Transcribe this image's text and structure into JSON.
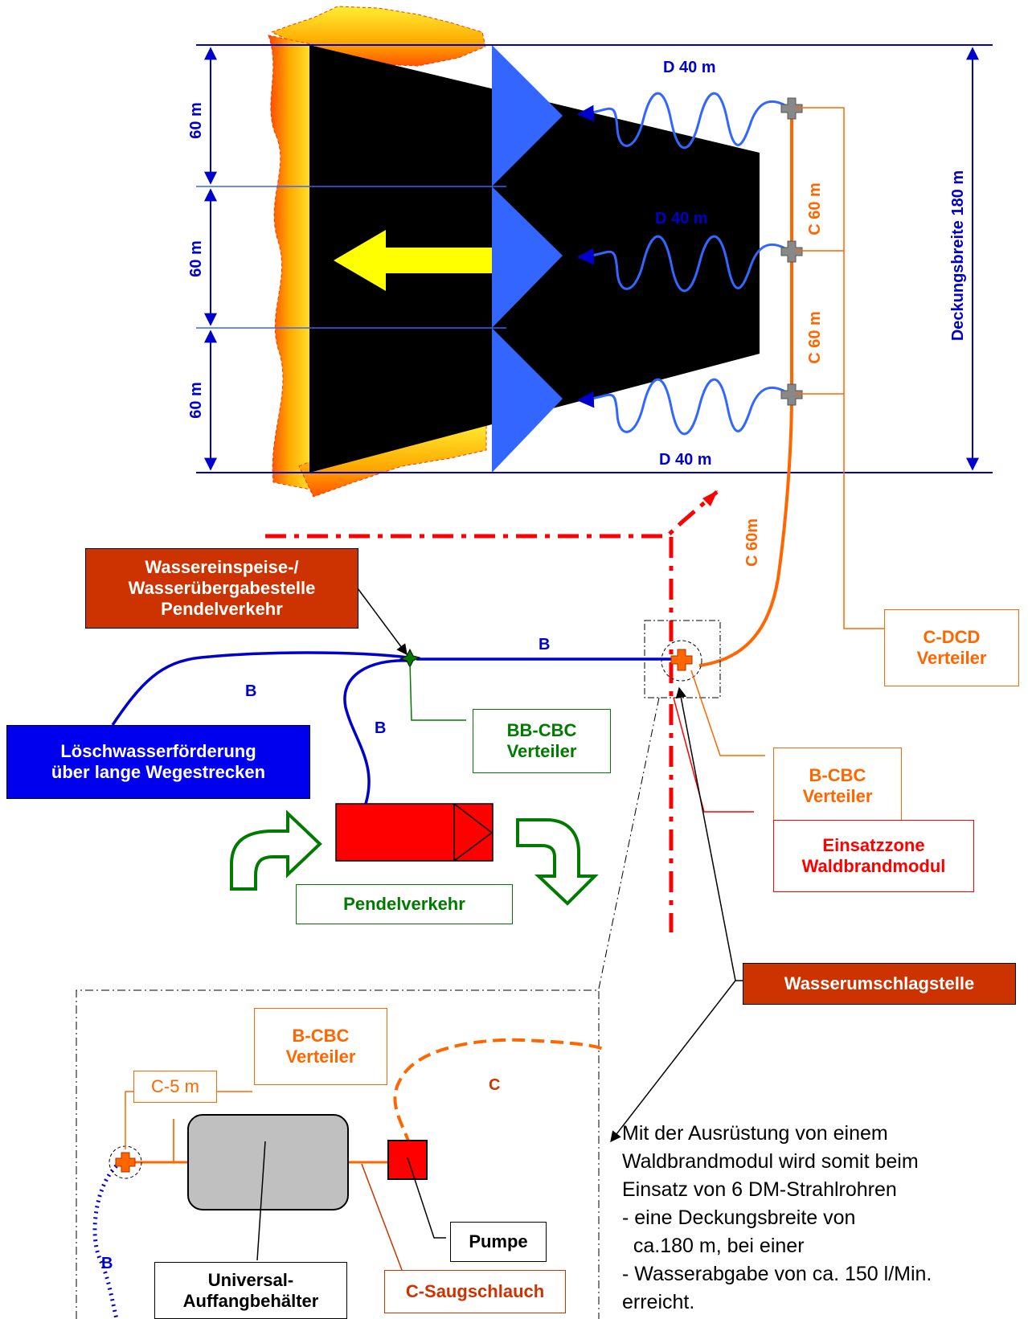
{
  "dimensions": {
    "segment_1": "60 m",
    "segment_2": "60 m",
    "segment_3": "60 m",
    "deckungsbreite": "Deckungsbreite 180 m"
  },
  "hoses": {
    "d_top": "D 40 m",
    "d_middle": "D 40 m",
    "d_bottom": "D 40 m",
    "c_upper": "C 60 m",
    "c_lower": "C 60 m",
    "c_feed": "C 60m",
    "b_main": "B",
    "b_left": "B",
    "b_truck": "B",
    "c_dashed": "C",
    "b_dotted": "B"
  },
  "labels": {
    "wassereinspeise": [
      "Wassereinspeise-/",
      "Wasserübergabestelle",
      "Pendelverkehr"
    ],
    "loeschwasser": [
      "Löschwasserförderung",
      "über lange Wegestrecken"
    ],
    "bb_cbc": [
      "BB-CBC",
      "Verteiler"
    ],
    "c_dcd": [
      "C-DCD",
      "Verteiler"
    ],
    "b_cbc_right": [
      "B-CBC",
      "Verteiler"
    ],
    "einsatzzone": [
      "Einsatzzone",
      "Waldbrandmodul"
    ],
    "pendelverkehr": "Pendelverkehr",
    "wasserumschlagstelle": "Wasserumschlagstelle",
    "b_cbc_inset": [
      "B-CBC",
      "Verteiler"
    ],
    "c5m": "C-5 m",
    "pumpe": "Pumpe",
    "auffangbehaelter": [
      "Universal-",
      "Auffangbehälter"
    ],
    "saugschlauch": "C-Saugschlauch"
  },
  "note": [
    "Mit der Ausrüstung von einem",
    "Waldbrandmodul wird somit beim",
    "Einsatz von 6 DM-Strahlrohren",
    "- eine Deckungsbreite von",
    "  ca.180 m, bei einer",
    "- Wasserabgabe von ca. 150 l/Min.",
    "erreicht."
  ],
  "colors": {
    "blue": "#0000cc",
    "orange": "#ff6600",
    "green": "#007a00",
    "red": "#ff0000",
    "brick": "#cc3300",
    "hose_blue": "#3366ff",
    "fire_yellow": "#ffee33"
  }
}
